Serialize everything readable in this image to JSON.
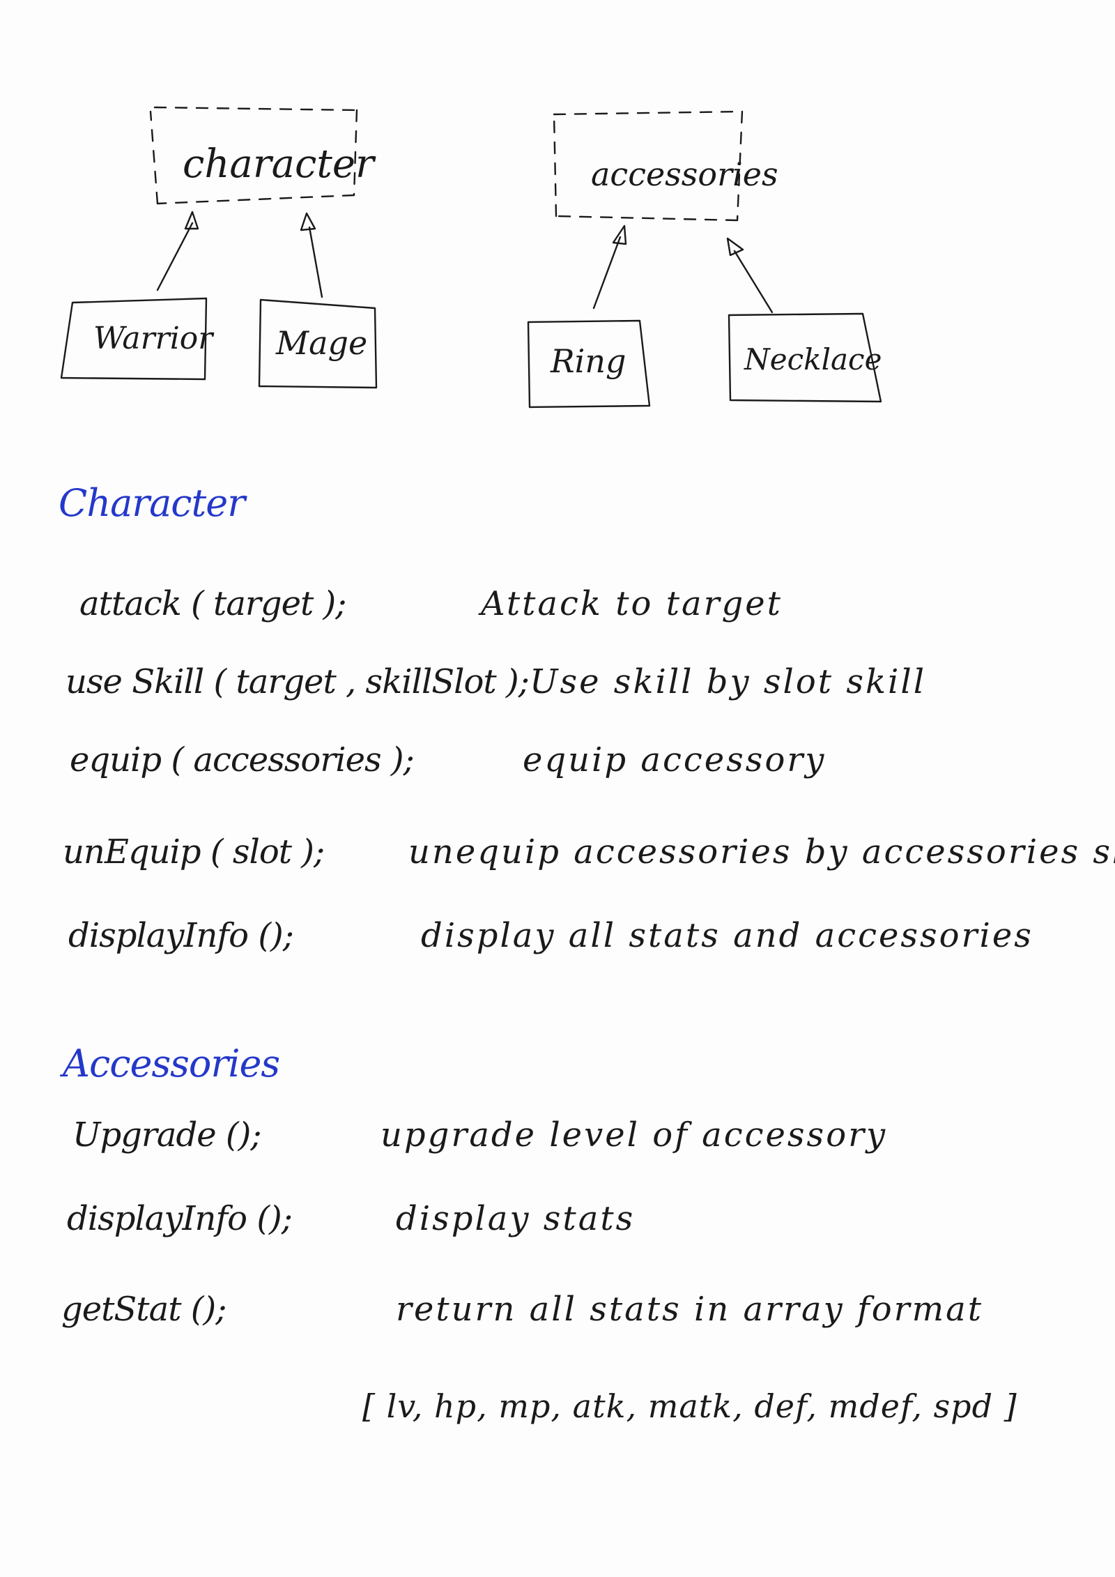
{
  "diagram": {
    "interfaces": [
      {
        "id": "character",
        "label": "character"
      },
      {
        "id": "accessories",
        "label": "accessories"
      }
    ],
    "classes": [
      {
        "id": "warrior",
        "label": "Warrior",
        "implements": "character"
      },
      {
        "id": "mage",
        "label": "Mage",
        "implements": "character"
      },
      {
        "id": "ring",
        "label": "Ring",
        "implements": "accessories"
      },
      {
        "id": "necklace",
        "label": "Necklace",
        "implements": "accessories"
      }
    ]
  },
  "character_section": {
    "heading": "Character",
    "methods": [
      {
        "signature": "attack ( target );",
        "description": "Attack to target"
      },
      {
        "signature": "use Skill ( target , skillSlot );",
        "description": "Use skill by slot skill"
      },
      {
        "signature": "equip ( accessories );",
        "description": "equip accessory"
      },
      {
        "signature": "unEquip ( slot );",
        "description": "unequip accessories by accessories slot"
      },
      {
        "signature": "displayInfo ();",
        "description": "display all stats and accessories"
      }
    ]
  },
  "accessories_section": {
    "heading": "Accessories",
    "methods": [
      {
        "signature": "Upgrade ();",
        "description": "upgrade level of accessory"
      },
      {
        "signature": "displayInfo ();",
        "description": "display stats"
      },
      {
        "signature": "getStat ();",
        "description": "return all stats in array format"
      }
    ],
    "array_format": "[ lv, hp, mp, atk, matk, def, mdef, spd ]"
  },
  "colors": {
    "ink": "#1a1a1a",
    "heading_blue": "#2438c9",
    "paper": "#fdfdfd"
  }
}
